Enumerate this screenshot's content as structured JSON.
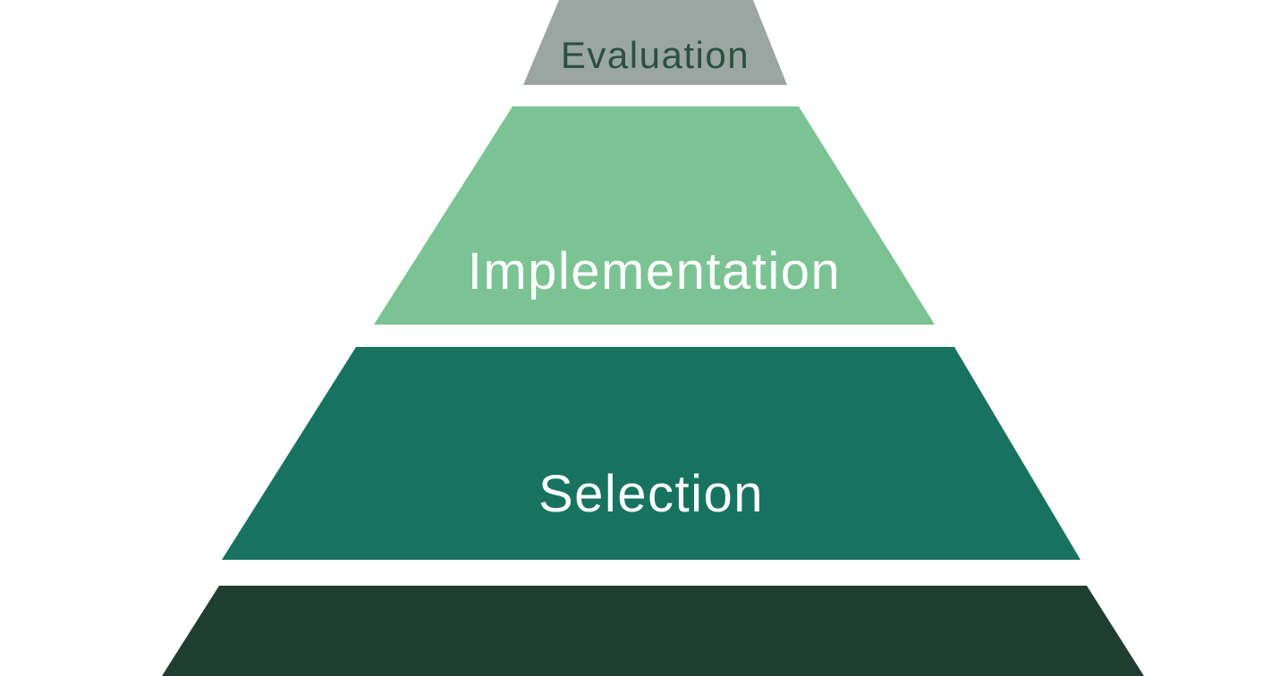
{
  "diagram": {
    "type": "pyramid",
    "orientation": "point-up",
    "background_color": "#FFFFFF",
    "layers": [
      {
        "label": "Evaluation",
        "fill_color": "#9BA6A2",
        "text_color": "#2B5041",
        "position": "top",
        "note": "apex of pyramid cropped by top edge of image"
      },
      {
        "label": "Implementation",
        "fill_color": "#7CC394",
        "text_color": "#FFFFFF",
        "position": "second"
      },
      {
        "label": "Selection",
        "fill_color": "#17735F",
        "text_color": "#FFFFFF",
        "position": "third"
      },
      {
        "label": "",
        "fill_color": "#1F3D30",
        "text_color": "#FFFFFF",
        "position": "bottom",
        "note": "band cropped by bottom edge of image, no visible text"
      }
    ]
  }
}
